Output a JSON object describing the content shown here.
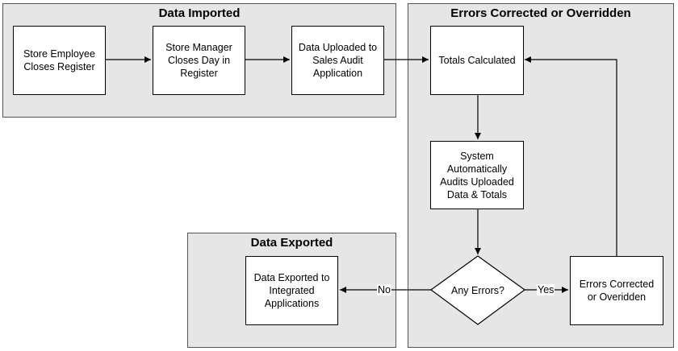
{
  "regions": {
    "imported": {
      "title": "Data Imported"
    },
    "corrected": {
      "title": "Errors Corrected or Overridden"
    },
    "exported": {
      "title": "Data Exported"
    }
  },
  "nodes": {
    "employee_closes": "Store Employee\nCloses Register",
    "manager_closes": "Store Manager\nCloses Day in\nRegister",
    "data_uploaded": "Data Uploaded to\nSales Audit\nApplication",
    "totals_calculated": "Totals Calculated",
    "system_audits": "System\nAutomatically\nAudits Uploaded\nData & Totals",
    "any_errors": "Any Errors?",
    "errors_corrected": "Errors Corrected\nor Overidden",
    "data_exported": "Data Exported to\nIntegrated\nApplications"
  },
  "edge_labels": {
    "no": "No",
    "yes": "Yes"
  }
}
